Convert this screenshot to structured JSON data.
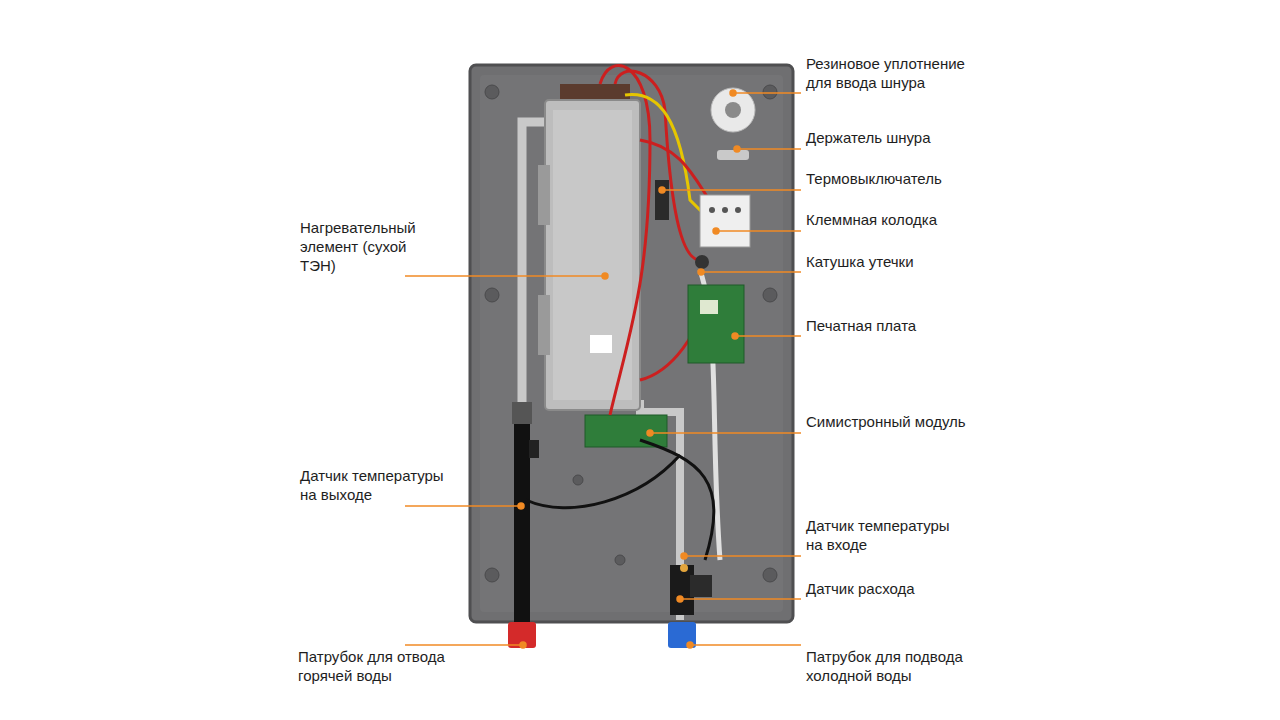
{
  "diagram": {
    "labels": [
      "Резиновое уплотнение для ввода шнура",
      "Держатель шнура",
      "Термовыключатель",
      "Клеммная колодка",
      "Нагревательный элемент (сухой ТЭН)",
      "Катушка утечки",
      "Печатная плата",
      "Симистронный модуль",
      "Датчик температуры на выходе",
      "Датчик температуры на входе",
      "Датчик расхода",
      "Патрубок для отвода горячей воды",
      "Патрубок для подвода холодной воды"
    ]
  }
}
